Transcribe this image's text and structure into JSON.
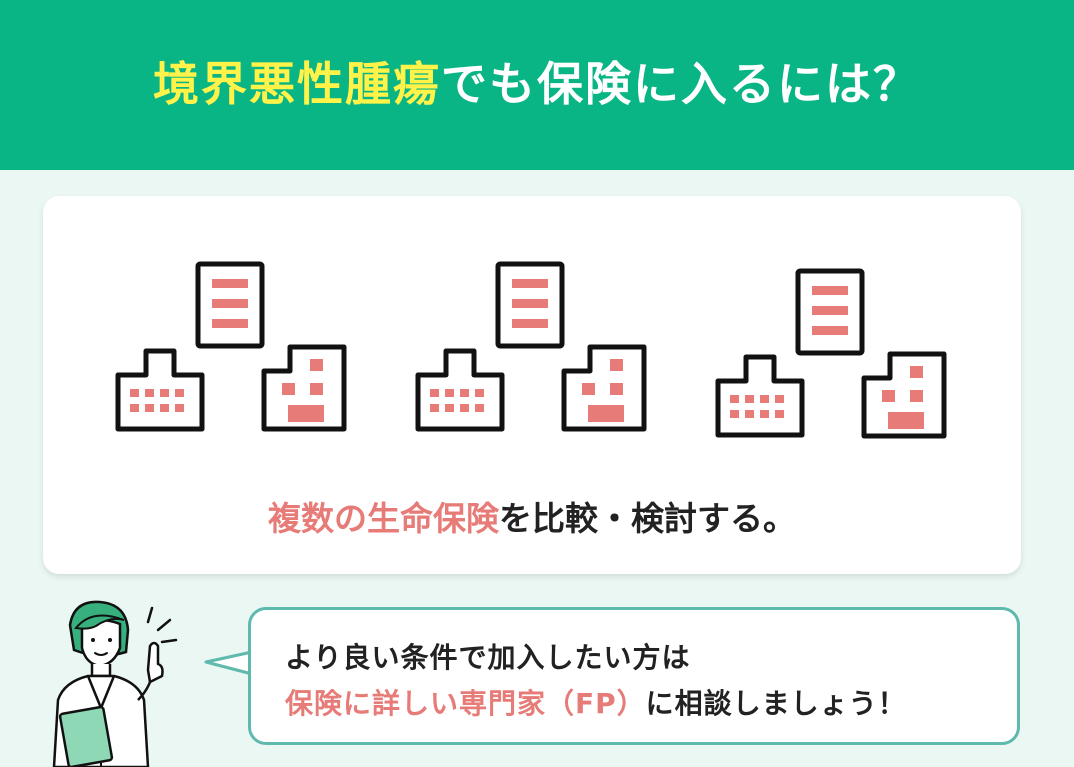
{
  "header": {
    "title_highlight": "境界悪性腫瘍",
    "title_rest": "でも保険に入るには？"
  },
  "card": {
    "caption_highlight": "複数の生命保険",
    "caption_rest": "を比較・検討する。"
  },
  "bubble": {
    "line1": "より良い条件で加入したい方は",
    "line2_highlight": "保険に詳しい専門家（FP）",
    "line2_rest": "に相談しましょう！"
  },
  "colors": {
    "header_green": "#0ab585",
    "highlight_yellow": "#fff34a",
    "accent_pink": "#e77b78",
    "bubble_border": "#5fb9ac",
    "background": "#eaf7f2"
  },
  "icons": [
    "office-building-icon",
    "hospital-building-icon",
    "document-icon",
    "woman-advisor-illustration"
  ]
}
